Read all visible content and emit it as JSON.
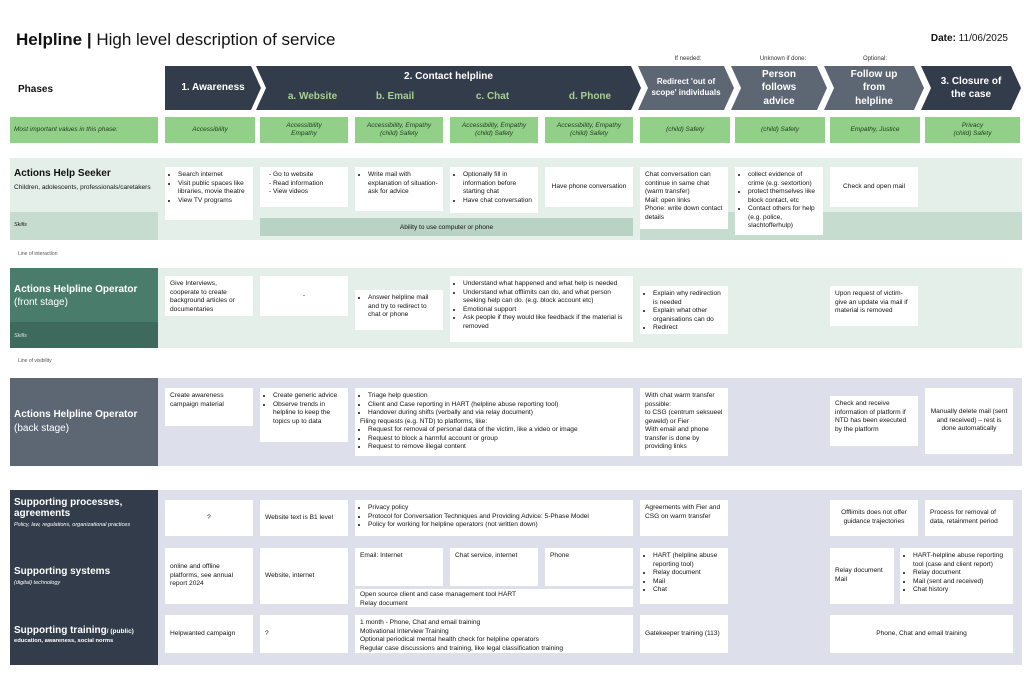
{
  "header": {
    "title_bold": "Helpline",
    "title_rest": " High level description of service",
    "separator": " |",
    "date_label": "Date:",
    "date_value": " 11/06/2025"
  },
  "phases_label": "Phases",
  "phases": [
    {
      "id": "awareness",
      "label": "1. Awareness"
    },
    {
      "id": "contact",
      "label": "2. Contact helpline"
    },
    {
      "id": "redirect",
      "label": "Redirect 'out of scope' individuals",
      "note": "If needed:"
    },
    {
      "id": "follows",
      "label": "Person follows advice",
      "note": "Unknown if done:"
    },
    {
      "id": "followup",
      "label": "Follow up from helpline",
      "note": "Optional:"
    },
    {
      "id": "closure",
      "label": "3. Closure of the case"
    }
  ],
  "subphases": [
    "a. Website",
    "b. Email",
    "c. Chat",
    "d. Phone"
  ],
  "values_row": {
    "label": "Most important values in this phase:",
    "cells": [
      "Accessibility",
      "Accessibility\nEmpathy",
      "Accessibility, Empathy\n(child) Safety",
      "Accessibility, Empathy\n(child) Safety",
      "Accessibility, Empathy\n(child) Safety",
      "(child) Safety",
      "(child) Safety",
      "Empathy, Justice",
      "Privacy\n(child) Safety"
    ]
  },
  "seeker": {
    "title": "Actions Help Seeker",
    "sub": "Children, adolescents, professionals/caretakers",
    "skills": "Skills",
    "skills_bar": "Ability to use computer or phone",
    "awareness": [
      "Search internet",
      "Visit public spaces like libraries, movie theatre",
      "View TV programs"
    ],
    "website": [
      "Go to website",
      "Read information",
      "View videos"
    ],
    "email": [
      "Write mail with explanation of situation- ask for advice"
    ],
    "chat": [
      "Optionally fill in information before starting chat",
      "Have chat conversation"
    ],
    "phone": "Have phone conversation",
    "redirect": "Chat conversation can continue in same chat (warm transfer)\nMail: open links\nPhone: write down contact details",
    "follows": [
      "collect evidence of crime (e.g. sextortion)",
      "protect themselves like block contact, etc",
      "Contact others for help (e.g. police, slachtofferhulp)"
    ],
    "followup": "Check and open mail"
  },
  "line_interaction": "Line of interaction",
  "front": {
    "title": "Actions Helpline Operator",
    "sub": "(front stage)",
    "skills": "Skills",
    "awareness": "Give Interviews, cooperate to create background articles or documentaries",
    "website": "-",
    "email": [
      "Answer helpline mail and try to redirect to chat or phone"
    ],
    "chat": [
      "Understand what happened and what help is needed",
      "Understand what offlimits can do, and what person seeking help can do. (e.g. block account etc)",
      "Emotional support",
      "Ask people if they would like feedback if the material is removed"
    ],
    "redirect": [
      "Explain why redirection is needed",
      "Explain what other organisations can do",
      "Redirect"
    ],
    "followup": "Upon request of victim- give an update via mail if material is removed"
  },
  "line_visibility": "Line of visibility",
  "back": {
    "title": "Actions Helpline Operator",
    "sub": "(back stage)",
    "awareness": "Create awareness campaign material",
    "website": [
      "Create generic advice",
      "Observe trends in helpline to keep the topics up to data"
    ],
    "contact_bullets1": [
      "Triage help question",
      "Client and Case reporting in HART (helpline abuse reporting tool)",
      "Handover during shifts (verbally and via relay document)"
    ],
    "contact_mid": "Filing requests (e.g. NTD) to platforms, like:",
    "contact_bullets2": [
      "Request for removal of personal data of the victim, like a video or image",
      "Request to block a harmful account or group",
      "Request to remove illegal content"
    ],
    "redirect": "With chat warm transfer possible:\nto CSG (centrum seksueel geweld) or Fier\nWith email and phone transfer is done by providing links",
    "followup": "Check and receive information of platform if NTD has been executed by the platform",
    "closure": "Manually delete mail (sent and received) – rest is done automatically"
  },
  "processes": {
    "title": "Supporting processes, agreements",
    "sub": "Policy, law, regulations, organizational practices",
    "awareness": "?",
    "website": "Website text is B1 level",
    "contact": [
      "Privacy policy",
      "Protocol for Conversation Techniques and Providing Advice: 5-Phase Model",
      "Policy for working for helpline operators (not written down)"
    ],
    "redirect": "Agreements with Fier and CSG on warm transfer",
    "followup": "Offlimits does not offer guidance trajectories",
    "closure": "Process for removal of data, retainment period"
  },
  "systems": {
    "title": "Supporting systems",
    "sub": "(digital) technology",
    "awareness": "online and offline platforms, see annual report 2024",
    "website": "Website, internet",
    "email": "Email: Internet",
    "chat": "Chat service, internet",
    "phone": "Phone",
    "shared": "Open source client and case management tool HART\nRelay document",
    "redirect": [
      "HART (helpline abuse reporting tool)",
      "Relay document",
      "Mail",
      "Chat"
    ],
    "followup": "Relay document\nMail",
    "closure": [
      "HART-helpline abuse reporting tool (case and client report)",
      "Relay document",
      "Mail (sent and received)",
      "Chat history"
    ]
  },
  "training": {
    "title": "Supporting training",
    "title_suffix": "/ (public)",
    "sub": "education, awareness, social norms",
    "awareness": "Helpwanted campaign",
    "website": "?",
    "contact": "1 month - Phone, Chat and email training\nMotivational Interview Training\nOptional periodical mental health check for helpline operators\nRegular case discussions and training, like legal classification training",
    "redirect": "Gatekeeper training (113)",
    "followup": "Phone, Chat and email training"
  },
  "colors": {
    "dark": "#333c4a",
    "grey": "#5d6673",
    "green": "#92d08a",
    "teal": "#4a7c6c",
    "light_teal": "#e4efea",
    "lavender": "#dde0ea"
  }
}
